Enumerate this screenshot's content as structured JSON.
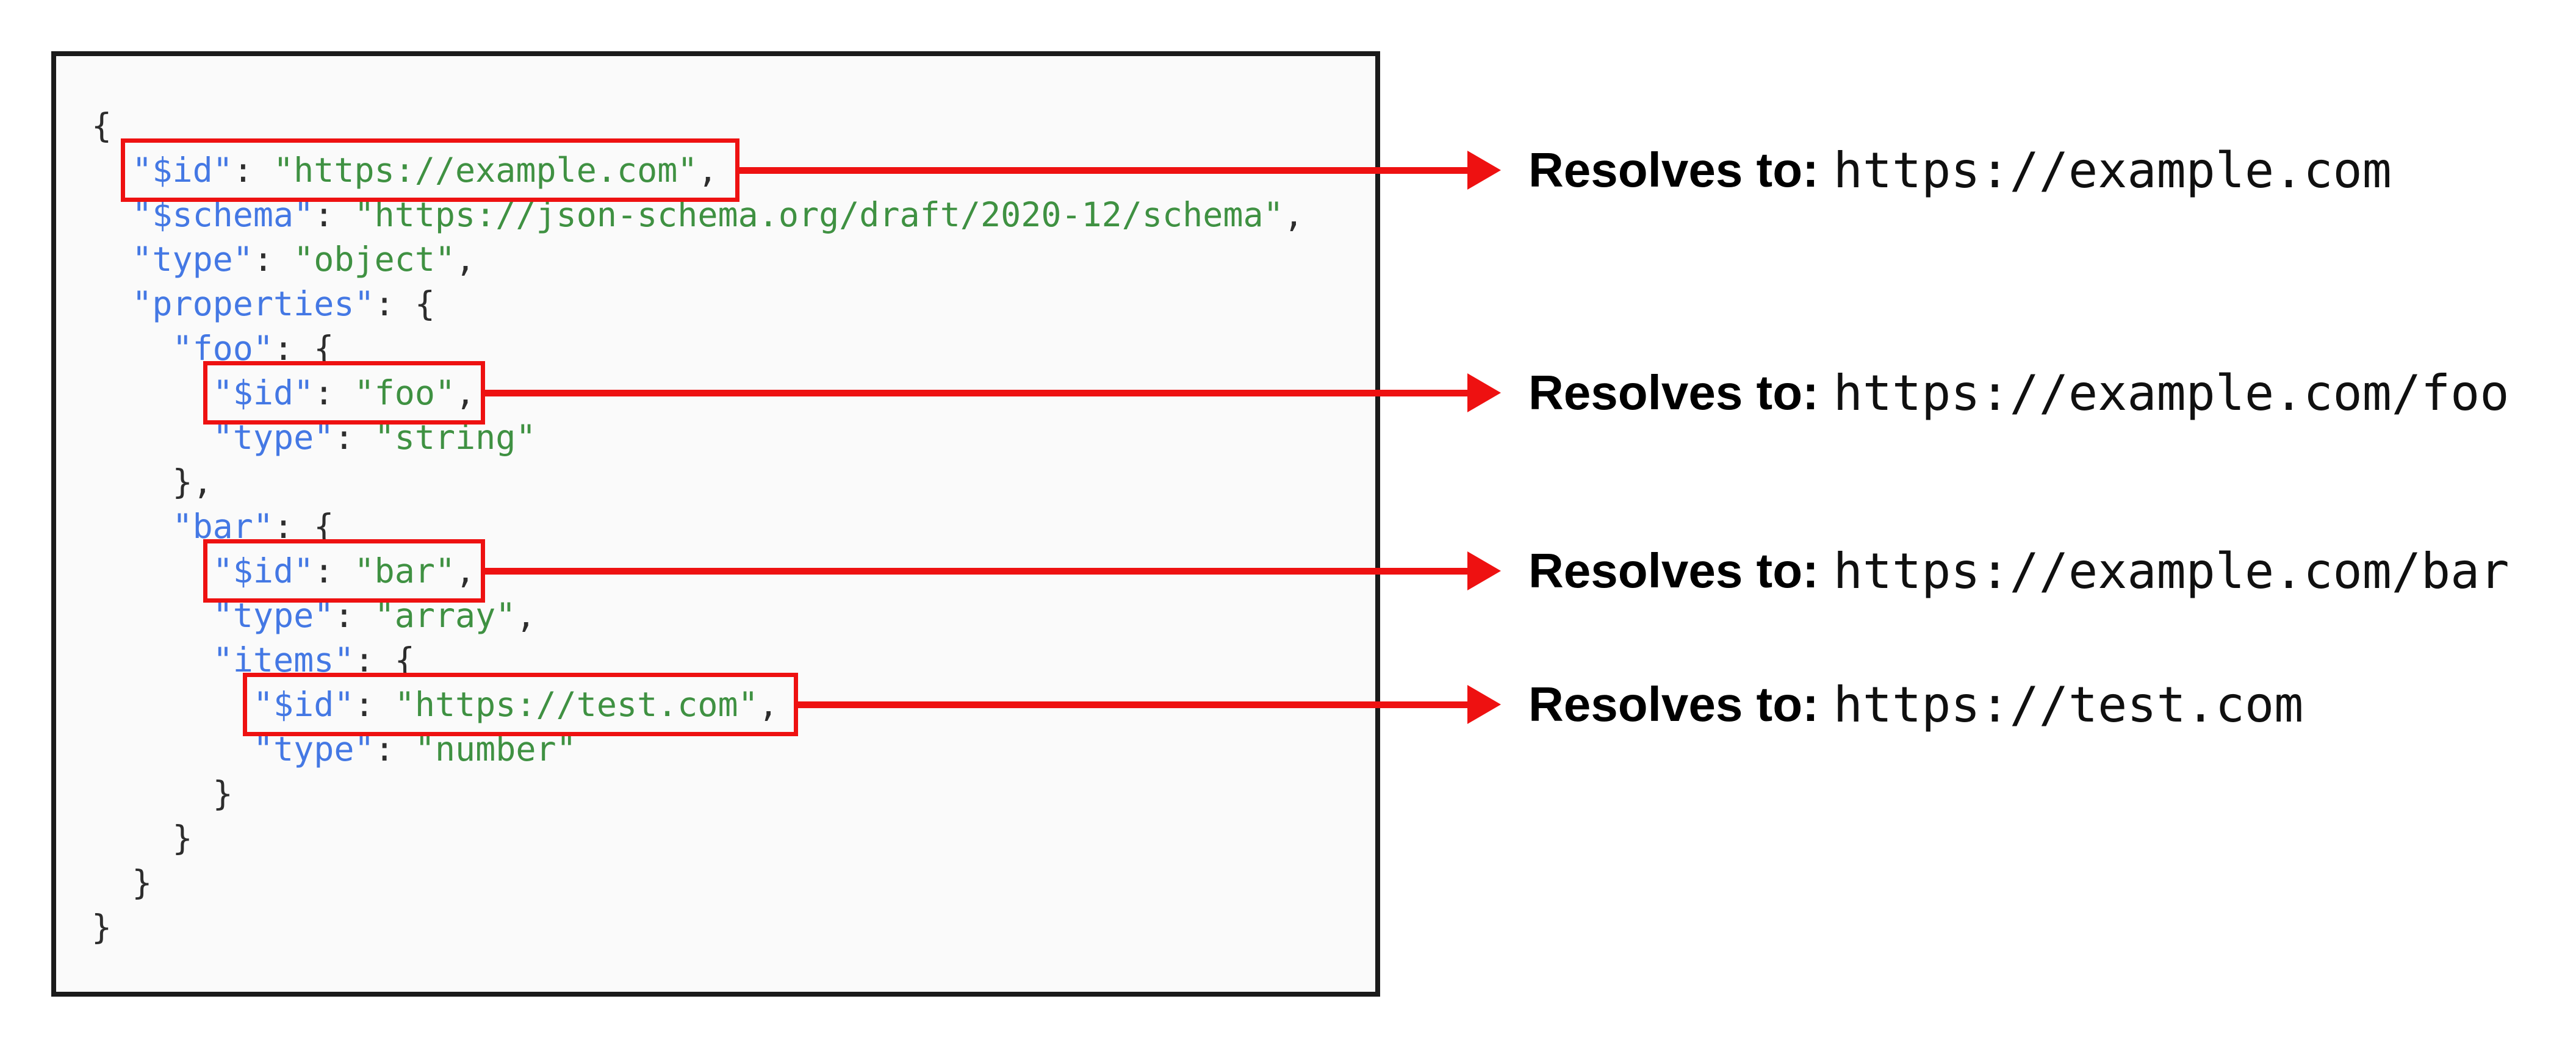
{
  "colors": {
    "red": "#ee1111",
    "key_blue": "#4478e4",
    "string_green": "#3f9142",
    "punctuation": "#2d2d2d",
    "panel_background": "#fafafa",
    "panel_border": "#1b1b1b"
  },
  "code": {
    "language": "json",
    "lines": [
      {
        "tokens": [
          {
            "type": "p",
            "text": "{"
          }
        ]
      },
      {
        "tokens": [
          {
            "type": "p",
            "text": "  "
          },
          {
            "type": "k",
            "text": "\"$id\""
          },
          {
            "type": "p",
            "text": ": "
          },
          {
            "type": "s",
            "text": "\"https://example.com\""
          },
          {
            "type": "p",
            "text": ","
          }
        ]
      },
      {
        "tokens": [
          {
            "type": "p",
            "text": "  "
          },
          {
            "type": "k",
            "text": "\"$schema\""
          },
          {
            "type": "p",
            "text": ": "
          },
          {
            "type": "s",
            "text": "\"https://json-schema.org/draft/2020-12/schema\""
          },
          {
            "type": "p",
            "text": ","
          }
        ]
      },
      {
        "tokens": [
          {
            "type": "p",
            "text": "  "
          },
          {
            "type": "k",
            "text": "\"type\""
          },
          {
            "type": "p",
            "text": ": "
          },
          {
            "type": "s",
            "text": "\"object\""
          },
          {
            "type": "p",
            "text": ","
          }
        ]
      },
      {
        "tokens": [
          {
            "type": "p",
            "text": "  "
          },
          {
            "type": "k",
            "text": "\"properties\""
          },
          {
            "type": "p",
            "text": ": {"
          }
        ]
      },
      {
        "tokens": [
          {
            "type": "p",
            "text": "    "
          },
          {
            "type": "k",
            "text": "\"foo\""
          },
          {
            "type": "p",
            "text": ": {"
          }
        ]
      },
      {
        "tokens": [
          {
            "type": "p",
            "text": "      "
          },
          {
            "type": "k",
            "text": "\"$id\""
          },
          {
            "type": "p",
            "text": ": "
          },
          {
            "type": "s",
            "text": "\"foo\""
          },
          {
            "type": "p",
            "text": ","
          }
        ]
      },
      {
        "tokens": [
          {
            "type": "p",
            "text": "      "
          },
          {
            "type": "k",
            "text": "\"type\""
          },
          {
            "type": "p",
            "text": ": "
          },
          {
            "type": "s",
            "text": "\"string\""
          }
        ]
      },
      {
        "tokens": [
          {
            "type": "p",
            "text": "    },"
          }
        ]
      },
      {
        "tokens": [
          {
            "type": "p",
            "text": "    "
          },
          {
            "type": "k",
            "text": "\"bar\""
          },
          {
            "type": "p",
            "text": ": {"
          }
        ]
      },
      {
        "tokens": [
          {
            "type": "p",
            "text": "      "
          },
          {
            "type": "k",
            "text": "\"$id\""
          },
          {
            "type": "p",
            "text": ": "
          },
          {
            "type": "s",
            "text": "\"bar\""
          },
          {
            "type": "p",
            "text": ","
          }
        ]
      },
      {
        "tokens": [
          {
            "type": "p",
            "text": "      "
          },
          {
            "type": "k",
            "text": "\"type\""
          },
          {
            "type": "p",
            "text": ": "
          },
          {
            "type": "s",
            "text": "\"array\""
          },
          {
            "type": "p",
            "text": ","
          }
        ]
      },
      {
        "tokens": [
          {
            "type": "p",
            "text": "      "
          },
          {
            "type": "k",
            "text": "\"items\""
          },
          {
            "type": "p",
            "text": ": {"
          }
        ]
      },
      {
        "tokens": [
          {
            "type": "p",
            "text": "        "
          },
          {
            "type": "k",
            "text": "\"$id\""
          },
          {
            "type": "p",
            "text": ": "
          },
          {
            "type": "s",
            "text": "\"https://test.com\""
          },
          {
            "type": "p",
            "text": ","
          }
        ]
      },
      {
        "tokens": [
          {
            "type": "p",
            "text": "        "
          },
          {
            "type": "k",
            "text": "\"type\""
          },
          {
            "type": "p",
            "text": ": "
          },
          {
            "type": "s",
            "text": "\"number\""
          }
        ]
      },
      {
        "tokens": [
          {
            "type": "p",
            "text": "      }"
          }
        ]
      },
      {
        "tokens": [
          {
            "type": "p",
            "text": "    }"
          }
        ]
      },
      {
        "tokens": [
          {
            "type": "p",
            "text": "  }"
          }
        ]
      },
      {
        "tokens": [
          {
            "type": "p",
            "text": "}"
          }
        ]
      }
    ]
  },
  "annotations": [
    {
      "bold": "Resolves to:",
      "url": "https://example.com"
    },
    {
      "bold": "Resolves to:",
      "url": "https://example.com/foo"
    },
    {
      "bold": "Resolves to:",
      "url": "https://example.com/bar"
    },
    {
      "bold": "Resolves to:",
      "url": "https://test.com"
    }
  ]
}
